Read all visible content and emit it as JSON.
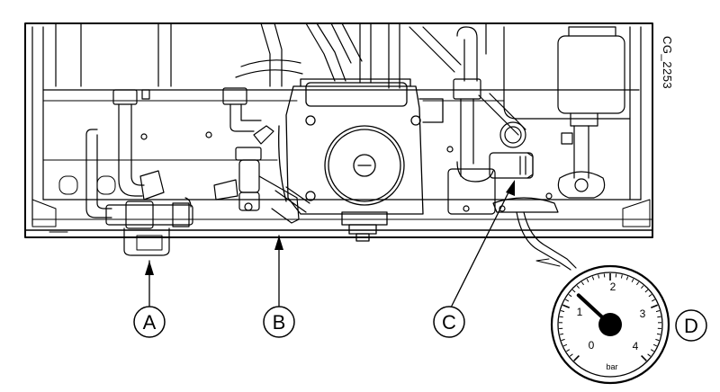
{
  "figure": {
    "reference_code": "CG_2253",
    "callouts": [
      {
        "letter": "A"
      },
      {
        "letter": "B"
      },
      {
        "letter": "C"
      },
      {
        "letter": "D"
      }
    ],
    "gauge": {
      "scale_labels": [
        "0",
        "1",
        "2",
        "3",
        "4"
      ],
      "unit": "bar",
      "needle_value": 1.3
    }
  }
}
